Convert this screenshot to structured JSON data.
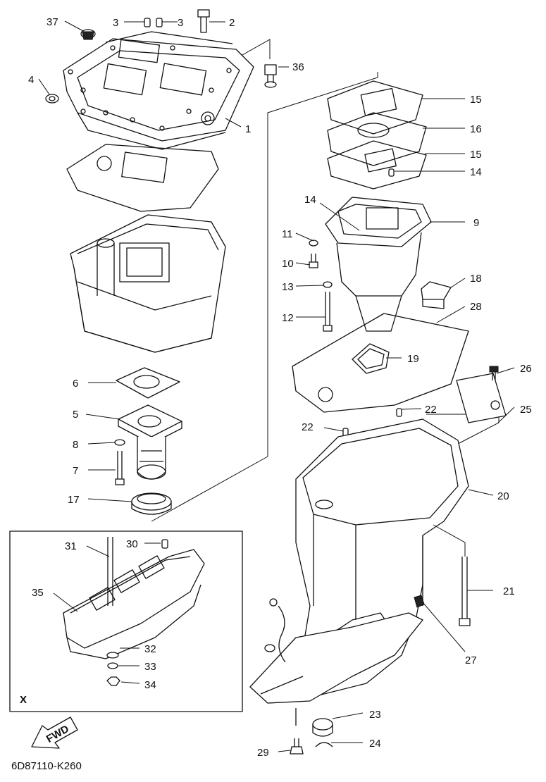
{
  "diagram": {
    "drawing_code": "6D87110-K260",
    "inset_label": "X",
    "fwd_label": "FWD",
    "callouts": [
      {
        "id": "1",
        "text": "1"
      },
      {
        "id": "2",
        "text": "2"
      },
      {
        "id": "3a",
        "text": "3"
      },
      {
        "id": "3b",
        "text": "3"
      },
      {
        "id": "4",
        "text": "4"
      },
      {
        "id": "5",
        "text": "5"
      },
      {
        "id": "6",
        "text": "6"
      },
      {
        "id": "7",
        "text": "7"
      },
      {
        "id": "8",
        "text": "8"
      },
      {
        "id": "9",
        "text": "9"
      },
      {
        "id": "10",
        "text": "10"
      },
      {
        "id": "11",
        "text": "11"
      },
      {
        "id": "12",
        "text": "12"
      },
      {
        "id": "13",
        "text": "13"
      },
      {
        "id": "14a",
        "text": "14"
      },
      {
        "id": "14b",
        "text": "14"
      },
      {
        "id": "15a",
        "text": "15"
      },
      {
        "id": "15b",
        "text": "15"
      },
      {
        "id": "16",
        "text": "16"
      },
      {
        "id": "17",
        "text": "17"
      },
      {
        "id": "18",
        "text": "18"
      },
      {
        "id": "19",
        "text": "19"
      },
      {
        "id": "20",
        "text": "20"
      },
      {
        "id": "21",
        "text": "21"
      },
      {
        "id": "22a",
        "text": "22"
      },
      {
        "id": "22b",
        "text": "22"
      },
      {
        "id": "23",
        "text": "23"
      },
      {
        "id": "24",
        "text": "24"
      },
      {
        "id": "25",
        "text": "25"
      },
      {
        "id": "26",
        "text": "26"
      },
      {
        "id": "27",
        "text": "27"
      },
      {
        "id": "28",
        "text": "28"
      },
      {
        "id": "29",
        "text": "29"
      },
      {
        "id": "30",
        "text": "30"
      },
      {
        "id": "31",
        "text": "31"
      },
      {
        "id": "32",
        "text": "32"
      },
      {
        "id": "33",
        "text": "33"
      },
      {
        "id": "34",
        "text": "34"
      },
      {
        "id": "35",
        "text": "35"
      },
      {
        "id": "36",
        "text": "36"
      },
      {
        "id": "37",
        "text": "37"
      }
    ]
  }
}
